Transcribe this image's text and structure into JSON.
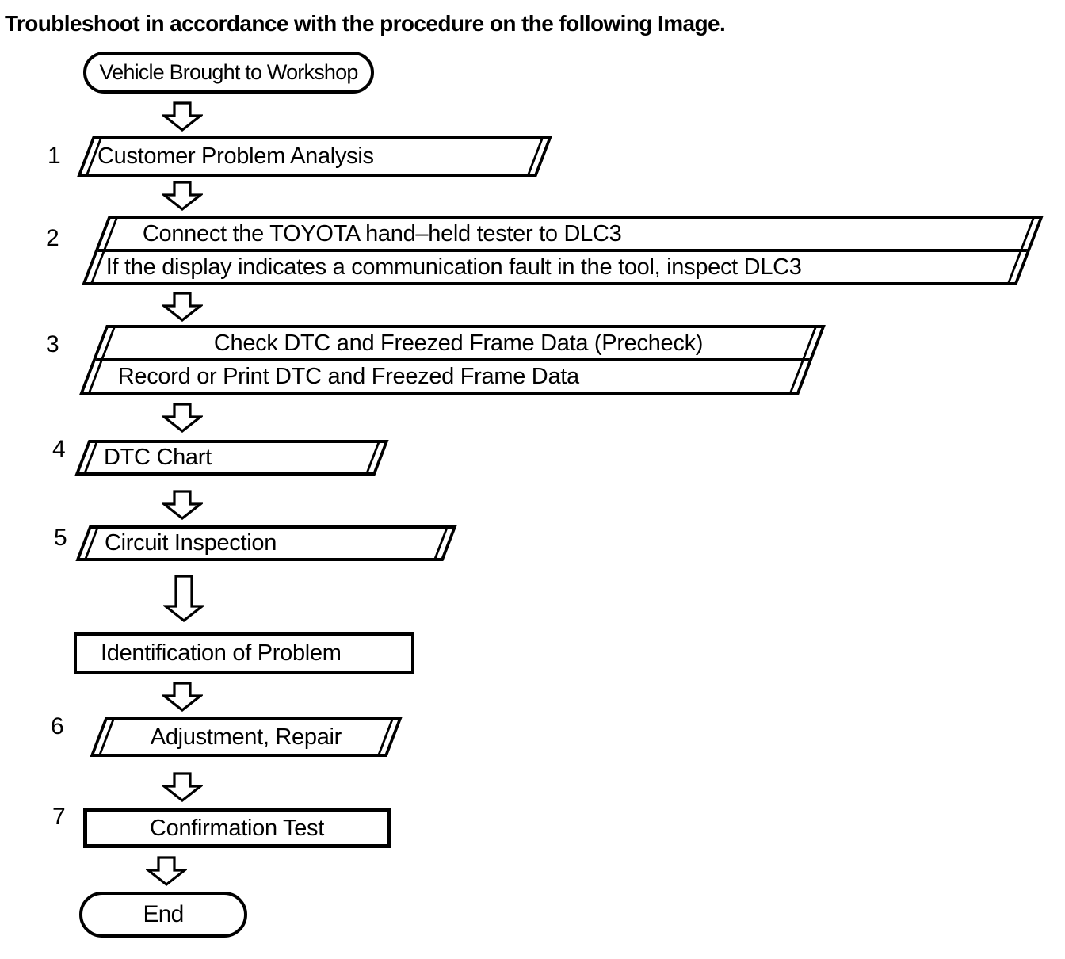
{
  "intro_text": "Troubleshoot in accordance with the procedure on the following Image.",
  "flow": {
    "start_label": "Vehicle Brought to Workshop",
    "steps": [
      {
        "number": "1",
        "lines": [
          "Customer Problem Analysis"
        ]
      },
      {
        "number": "2",
        "lines": [
          "Connect the TOYOTA hand–held tester to DLC3",
          "If the display indicates a communication fault in the tool, inspect DLC3"
        ]
      },
      {
        "number": "3",
        "lines": [
          "Check DTC and Freezed Frame Data (Precheck)",
          "Record or Print DTC and Freezed Frame Data"
        ]
      },
      {
        "number": "4",
        "lines": [
          "DTC Chart"
        ]
      },
      {
        "number": "5",
        "lines": [
          "Circuit Inspection"
        ]
      },
      {
        "number": "6",
        "lines": [
          "Adjustment, Repair"
        ]
      },
      {
        "number": "7",
        "lines": [
          "Confirmation Test"
        ]
      }
    ],
    "identification_label": "Identification of Problem",
    "end_label": "End",
    "arrow_icon": "down-block-arrow",
    "colors": {
      "ink": "#000000",
      "background": "#ffffff"
    }
  }
}
